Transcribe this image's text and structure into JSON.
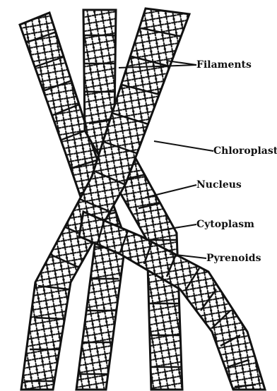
{
  "diagram": {
    "labels": {
      "filaments": "Filaments",
      "chloroplast": "Chloroplast",
      "nucleus": "Nucleus",
      "cytoplasm": "Cytoplasm",
      "pyrenoids": "Pyrenoids"
    },
    "colors": {
      "ink": "#111111",
      "paper": "#ffffff"
    }
  }
}
